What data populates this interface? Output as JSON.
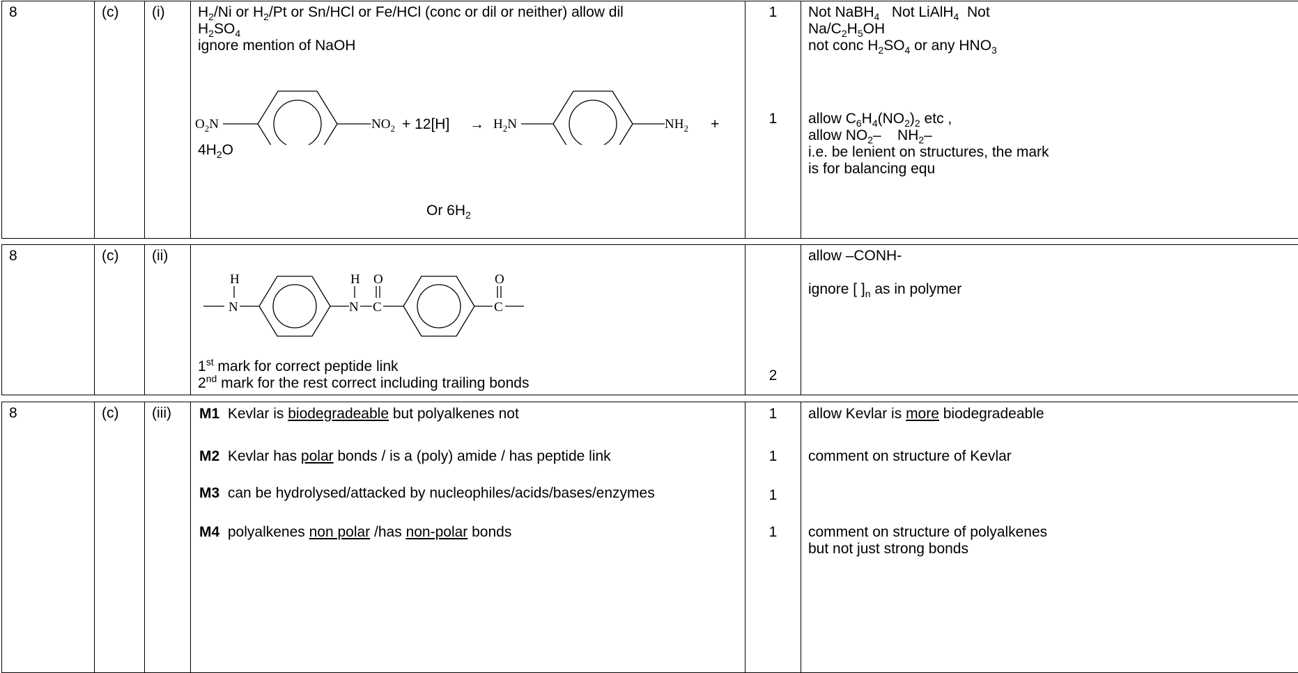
{
  "row1": {
    "q": "8",
    "part": "(c)",
    "sub": "(i)",
    "answer": {
      "line1_a": "H",
      "line1_b": "2",
      "line1_c": "/Ni or H",
      "line1_d": "2",
      "line1_e": "/Pt or Sn/HCl or Fe/HCl (conc or dil or neither) allow dil",
      "line2_a": "H",
      "line2_b": "2",
      "line2_c": "SO",
      "line2_d": "4",
      "line3": "ignore mention of NaOH",
      "eq": {
        "left_a": "O",
        "left_b": "2",
        "left_c": "N",
        "right_a": "NO",
        "right_b": "2",
        "plus_h": "+ 12[H]",
        "arrow": "→",
        "prod_left_a": "H",
        "prod_left_b": "2",
        "prod_left_c": "N",
        "prod_right_a": "NH",
        "prod_right_b": "2",
        "plus": "+"
      },
      "water_a": "4H",
      "water_b": "2",
      "water_c": "O",
      "or_a": "Or 6H",
      "or_b": "2"
    },
    "marks": [
      "1",
      "1"
    ],
    "notes": {
      "n1": "Not NaBH",
      "n1s": "4",
      "n1b": "Not LiAlH",
      "n1bs": "4",
      "n1c": "Not",
      "n2a": "Na/C",
      "n2b": "2",
      "n2c": "H",
      "n2d": "5",
      "n2e": "OH",
      "n3a": "not conc H",
      "n3b": "2",
      "n3c": "SO",
      "n3d": "4",
      "n3e": " or any HNO",
      "n3f": "3",
      "n4a": "allow C",
      "n4b": "6",
      "n4c": "H",
      "n4d": "4",
      "n4e": "(NO",
      "n4f": "2",
      "n4g": ")",
      "n4h": "2",
      "n4i": " etc ,",
      "n5a": "allow NO",
      "n5b": "2",
      "n5c": "–",
      "n5d": "NH",
      "n5e": "2",
      "n5f": "–",
      "n6": "i.e. be lenient on structures, the mark",
      "n7": "is for balancing equ"
    }
  },
  "row2": {
    "q": "8",
    "part": "(c)",
    "sub": "(ii)",
    "structure": {
      "h1": "H",
      "n1": "N",
      "h2": "H",
      "n2": "N",
      "o1": "O",
      "c1": "C",
      "o2": "O",
      "c2": "C"
    },
    "mark1_a": "1",
    "mark1_b": "st",
    "mark1_c": " mark for correct peptide link",
    "mark2_a": "2",
    "mark2_b": "nd",
    "mark2_c": " mark for the rest correct including trailing bonds",
    "marks": "2",
    "notes": {
      "n1": "allow –CONH-",
      "n2a": "ignore [ ]",
      "n2b": "n",
      "n2c": " as in polymer"
    }
  },
  "row3": {
    "q": "8",
    "part": "(c)",
    "sub": "(iii)",
    "m1": {
      "label": "M1",
      "pre": "Kevlar is ",
      "u": "biodegradeable",
      "post": " but polyalkenes not"
    },
    "m2": {
      "label": "M2",
      "pre": "Kevlar has ",
      "u": "polar",
      "post": " bonds / is a (poly) amide / has peptide link"
    },
    "m3": {
      "label": "M3",
      "text": "can be hydrolysed/attacked by nucleophiles/acids/bases/enzymes"
    },
    "m4": {
      "label": "M4",
      "pre": "polyalkenes ",
      "u1": "non polar",
      "mid": " /has ",
      "u2": "non-polar",
      "post": " bonds"
    },
    "marks": [
      "1",
      "1",
      "1",
      "1"
    ],
    "notes": {
      "n1_pre": "allow Kevlar is ",
      "n1_u": "more",
      "n1_post": " biodegradeable",
      "n2": "comment on structure of Kevlar",
      "n3": "comment on structure of polyalkenes",
      "n4": "but not just strong bonds"
    }
  }
}
